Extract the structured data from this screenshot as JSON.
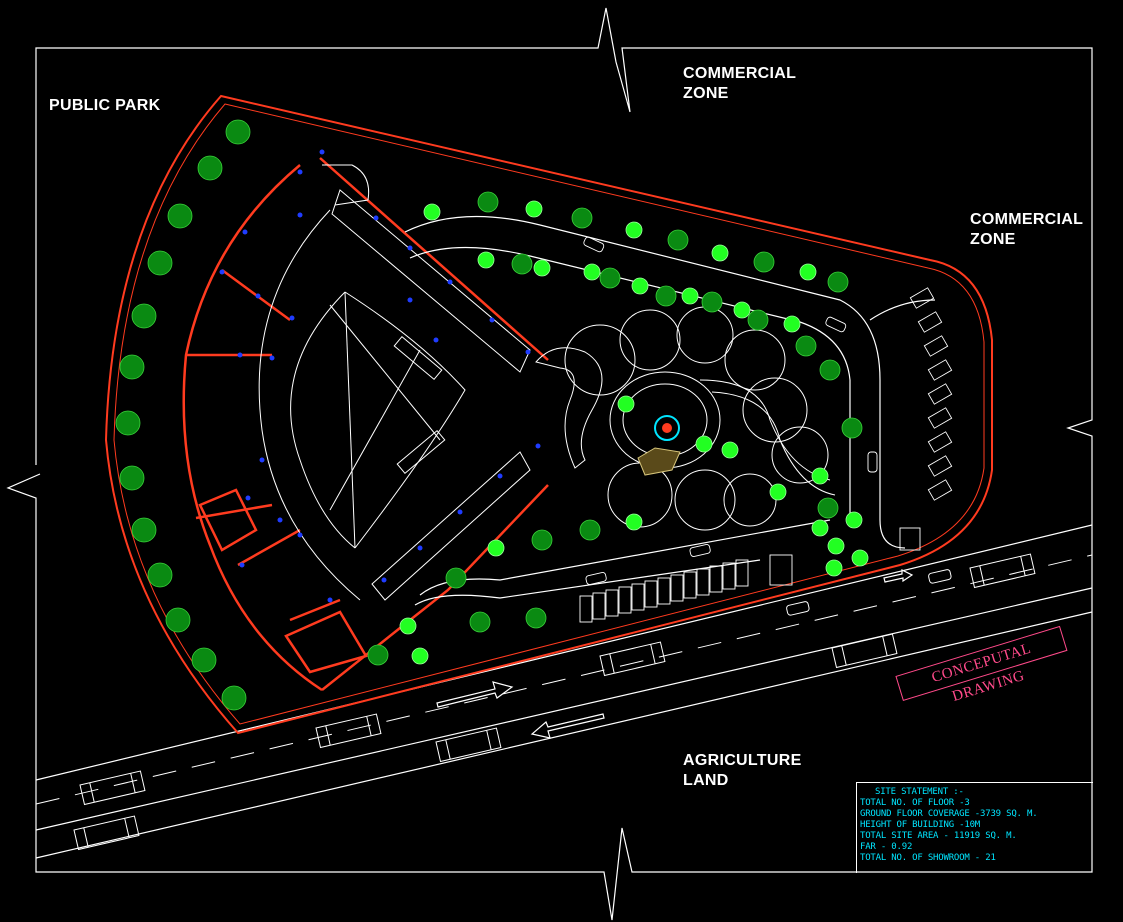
{
  "zones": {
    "public_park": "PUBLIC PARK",
    "commercial_top": [
      "COMMERCIAL",
      "ZONE"
    ],
    "commercial_right": [
      "COMMERCIAL",
      "ZONE"
    ],
    "agriculture": [
      "AGRICULTURE",
      "LAND"
    ]
  },
  "stamp": "CONCEPUTAL DRAWING",
  "site_statement": {
    "heading": "SITE STATEMENT :-",
    "lines": [
      "TOTAL NO. OF FLOOR -3",
      "GROUND FLOOR COVERAGE -3739 SQ. M.",
      "HEIGHT OF BUILDING -10M",
      "TOTAL SITE AREA - 11919 SQ. M.",
      "FAR - 0.92",
      "TOTAL NO. OF SHOWROOM - 21"
    ]
  },
  "colors": {
    "background": "#000000",
    "boundary": "#ff3b1f",
    "linework": "#ffffff",
    "tree_bright": "#22ff22",
    "tree_dark": "#0a8a12",
    "text_cyan": "#00e5ff",
    "stamp_pink": "#ff4a8a",
    "grid_blue": "#1f3cff"
  }
}
